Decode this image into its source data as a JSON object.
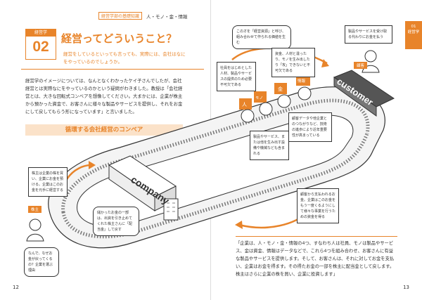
{
  "header": {
    "tag": "経営学部の基礎知識",
    "text": "人・モノ・金・情報"
  },
  "section_label": "経営学",
  "section_number": "02",
  "title": "経営ってどういうこと？",
  "subtitle": "経営をしているといっても言っても、実際には、会社はなにをやっているのでしょうか。",
  "body": "経営学のイメージについては、なんとなくわかったケイ子さんでしたが、会社経営とは実際なにをやっているのかという疑問がわきました。教授は「会社経営とは、大きな回転式コンベアを想像してください。大まかには、企業が株主から預かった資金で、お客さんに様々な製品やサービスを提供し、それをお金にして戻してもらう形になっています」と言いました。",
  "section_heading": "循環する会社経営のコンベア",
  "callouts": {
    "management_resources": "このオを「経営資源」と呼び、組み合わせて作られる価値を生む",
    "employees": "社員をはじめとした人材、製品やサービスの提供のため必要不可欠である",
    "capital": "資金、人材と違ったり、モノを生み出したり「攻」できないと不可欠である",
    "customer_pay": "製品やサービスを受け取る代わりにお金を払う",
    "info": "顧客データや他企業とのつながりなど、技術の進歩により近年重要性が高まっている",
    "products": "製品やサービス、または他を生み出す設備や機械なども含まれる",
    "shareholder": "株主は企業の株を買い、企業にお金を預ける。企業はこのお金を元手に経営する",
    "reinvest": "顧客から支払われるお金。企業はこのお金をもう一度くるようにして様々な事業を行うための資金を得る",
    "return": "儲かったお金の一部は、出資を引き止めてくれた株主さんに「配当金」して戻す",
    "question": "なんで、なぜお金が戻ってくるの？企業を選ぶ理由"
  },
  "labels": {
    "customer_role": "顧客",
    "shareholder_role": "株主",
    "customer_sign": "customer",
    "company_sign": "company",
    "resources": [
      "人",
      "モノ",
      "金",
      "情報"
    ]
  },
  "bottom_text": "「企業は、人・モノ・金・情報の4つ、すなわち人は社員、モノは製品やサービス、金は資金、情報はデータなどで、これら4つを組み合わせ、お客さんに有益な製品やサービスを提供します。そして、お客さんは、それに対してお金を支払い、企業はお金を得ます。その得たお金の一部を株主に配当金として戻します。株主はさらに企業の株を買い、企業に投資します」",
  "side_tab": {
    "num": "01",
    "label": "経営学"
  },
  "page_numbers": {
    "left": "12",
    "right": "13"
  }
}
